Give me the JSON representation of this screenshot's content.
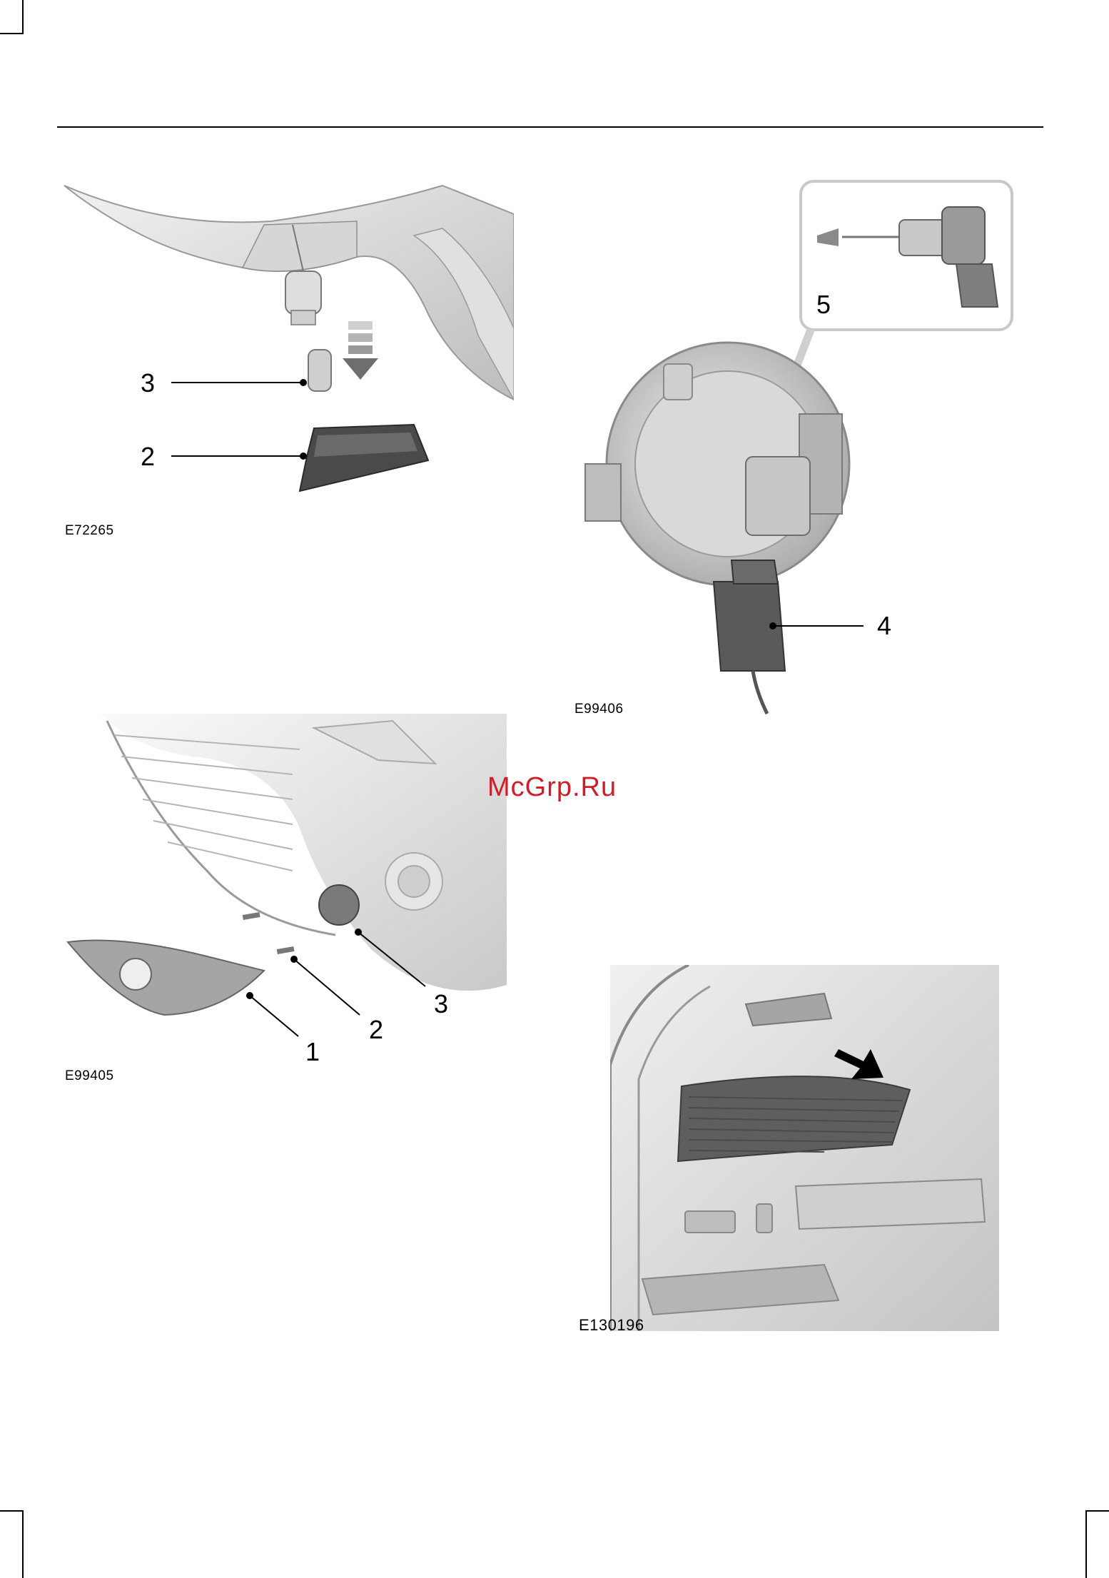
{
  "figures": {
    "interior_lamp": {
      "code": "E72265",
      "callouts": [
        "3",
        "2"
      ]
    },
    "fog_lamp_bulb": {
      "code": "E99406",
      "callouts": [
        "5",
        "4"
      ]
    },
    "fog_lamp_removal": {
      "code": "E99405",
      "callouts": [
        "3",
        "2",
        "1"
      ]
    },
    "luggage_compartment": {
      "code": "E130196"
    }
  },
  "watermark": "McGrp.Ru"
}
